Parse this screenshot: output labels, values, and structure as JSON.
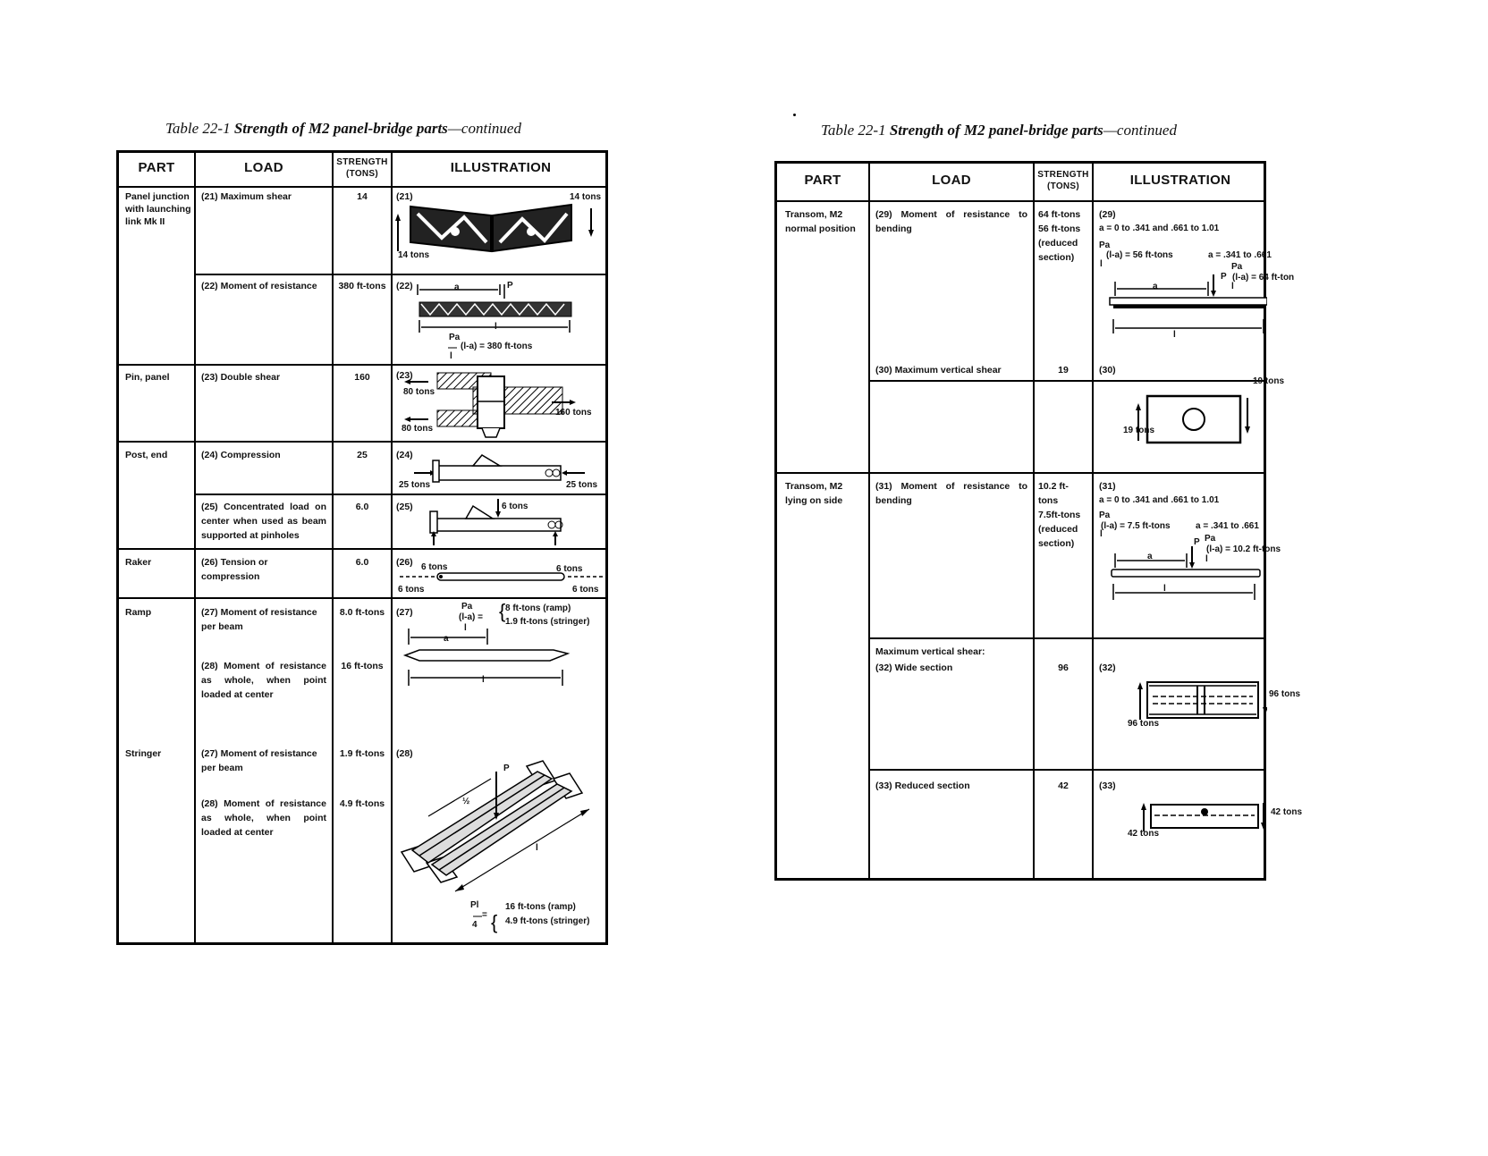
{
  "left": {
    "title": {
      "prefix": "Table 22-1 ",
      "main": "Strength of M2 panel-bridge parts",
      "suffix": "—continued"
    },
    "headers": {
      "part": "PART",
      "load": "LOAD",
      "strength": "STRENGTH\n(TONS)",
      "illustration": "ILLUSTRATION"
    },
    "rows": [
      {
        "id": "21",
        "part": "Panel junction with launching link Mk II",
        "load": "(21) Maximum shear",
        "strength": "14",
        "ill_no": "(21)",
        "labels": [
          "14 tons",
          "14 tons"
        ]
      },
      {
        "id": "22",
        "part": "",
        "load": "(22) Moment of resistance",
        "strength": "380 ft-tons",
        "ill_no": "(22)",
        "labels": [
          "a",
          "P",
          "l",
          "Pa",
          "(l-a) = 380 ft-tons",
          "l"
        ]
      },
      {
        "id": "23",
        "part": "Pin, panel",
        "load": "(23) Double shear",
        "strength": "160",
        "ill_no": "(23)",
        "labels": [
          "80 tons",
          "80 tons",
          "160 tons"
        ]
      },
      {
        "id": "24",
        "part": "Post, end",
        "load": "(24) Compression",
        "strength": "25",
        "ill_no": "(24)",
        "labels": [
          "25 tons",
          "25 tons"
        ]
      },
      {
        "id": "25",
        "part": "",
        "load": "(25) Concentrated load on center when used as beam supported at pinholes",
        "strength": "6.0",
        "ill_no": "(25)",
        "labels": [
          "6 tons"
        ]
      },
      {
        "id": "26",
        "part": "Raker",
        "load": "(26) Tension or compression",
        "strength": "6.0",
        "ill_no": "(26)",
        "labels": [
          "6 tons",
          "6 tons",
          "6 tons",
          "6 tons"
        ]
      },
      {
        "id": "27",
        "part": "Ramp",
        "load": "(27) Moment of resistance per beam",
        "strength": "8.0 ft-tons",
        "ill_no": "(27)",
        "labels": [
          "Pa",
          "(l-a) =",
          "l",
          "8 ft-tons (ramp)",
          "1.9 ft-tons (stringer)",
          "a",
          "l"
        ]
      },
      {
        "id": "28a",
        "part": "",
        "load": "(28) Moment of resistance as whole, when point loaded at center",
        "strength": "16 ft-tons"
      },
      {
        "id": "27b",
        "part": "Stringer",
        "load": "(27) Moment of resistance per beam",
        "strength": "1.9 ft-tons",
        "ill_no": "(28)",
        "labels": [
          "P",
          "½",
          "l",
          "Pl",
          "4",
          "=",
          "16 ft-tons (ramp)",
          "4.9 ft-tons (stringer)"
        ]
      },
      {
        "id": "28b",
        "part": "",
        "load": "(28) Moment of resistance as whole, when point loaded at center",
        "strength": "4.9 ft-tons"
      }
    ]
  },
  "right": {
    "title": {
      "prefix": "Table 22-1 ",
      "main": "Strength of M2 panel-bridge parts",
      "suffix": "—continued"
    },
    "headers": {
      "part": "PART",
      "load": "LOAD",
      "strength": "STRENGTH\n(TONS)",
      "illustration": "ILLUSTRATION"
    },
    "rows": [
      {
        "id": "29",
        "part": "Transom, M2 normal position",
        "load": "(29) Moment of resistance to bending",
        "strength": "64 ft-tons\n56 ft-tons\n(reduced\nsection)",
        "ill_no": "(29)",
        "labels": [
          "a = 0 to .341 and .661 to 1.01",
          "Pa",
          "(l-a) = 56 ft-tons",
          "l",
          "a = .341 to .661",
          "Pa",
          "(l-a) = 64 ft-ton",
          "l",
          "P",
          "a",
          "l"
        ]
      },
      {
        "id": "30",
        "part": "",
        "load": "(30) Maximum vertical shear",
        "strength": "19",
        "ill_no": "(30)",
        "labels": [
          "19 tons",
          "19 tons"
        ]
      },
      {
        "id": "31",
        "part": "Transom, M2 lying on side",
        "load": "(31) Moment of resistance to bending",
        "strength": "10.2 ft-\ntons\n7.5ft-tons\n(reduced\nsection)",
        "ill_no": "(31)",
        "labels": [
          "a = 0 to .341 and .661 to 1.01",
          "Pa",
          "(l-a) = 7.5 ft-tons",
          "l",
          "a = .341 to .661",
          "Pa",
          "(l-a) = 10.2 ft-tons",
          "l",
          "P",
          "a",
          "l"
        ]
      },
      {
        "id": "32",
        "part": "",
        "load_head": "Maximum vertical shear:",
        "load": "(32) Wide section",
        "strength": "96",
        "ill_no": "(32)",
        "labels": [
          "96 tons",
          "96 tons"
        ]
      },
      {
        "id": "33",
        "part": "",
        "load": "(33) Reduced section",
        "strength": "42",
        "ill_no": "(33)",
        "labels": [
          "42 tons",
          "42 tons"
        ]
      }
    ]
  }
}
